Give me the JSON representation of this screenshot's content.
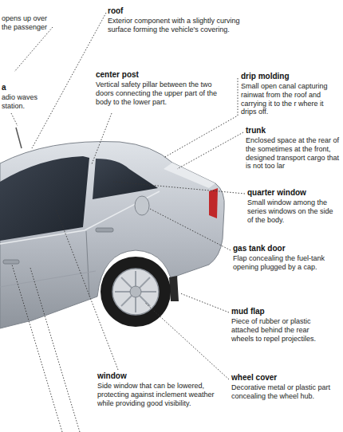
{
  "diagram": {
    "labels": [
      "opens up over the passenger",
      "roof",
      "Exterior component with a slightly curving surface forming the vehicle's covering.",
      "a",
      "adio waves station.",
      "center post",
      "Vertical safety pillar between the two doors connecting the upper part of the body to the lower part.",
      "drip molding",
      "Small open canal capturing rainwat from the roof and carrying it to the r where it drips off.",
      "trunk",
      "Enclosed space at the rear of the sometimes at the front, designed transport cargo that is not too lar",
      "quarter window",
      "Small window among the series windows on the side of the body.",
      "gas tank door",
      "Flap concealing the fuel-tank opening plugged by a cap.",
      "mud flap",
      "Piece of rubber or plastic attached behind the rear wheels to repel projectiles.",
      "window",
      "Side window that can be lowered, protecting against inclement weather while providing good visibility.",
      "wheel cover",
      "Decorative metal or plastic part concealing the wheel hub."
    ]
  }
}
